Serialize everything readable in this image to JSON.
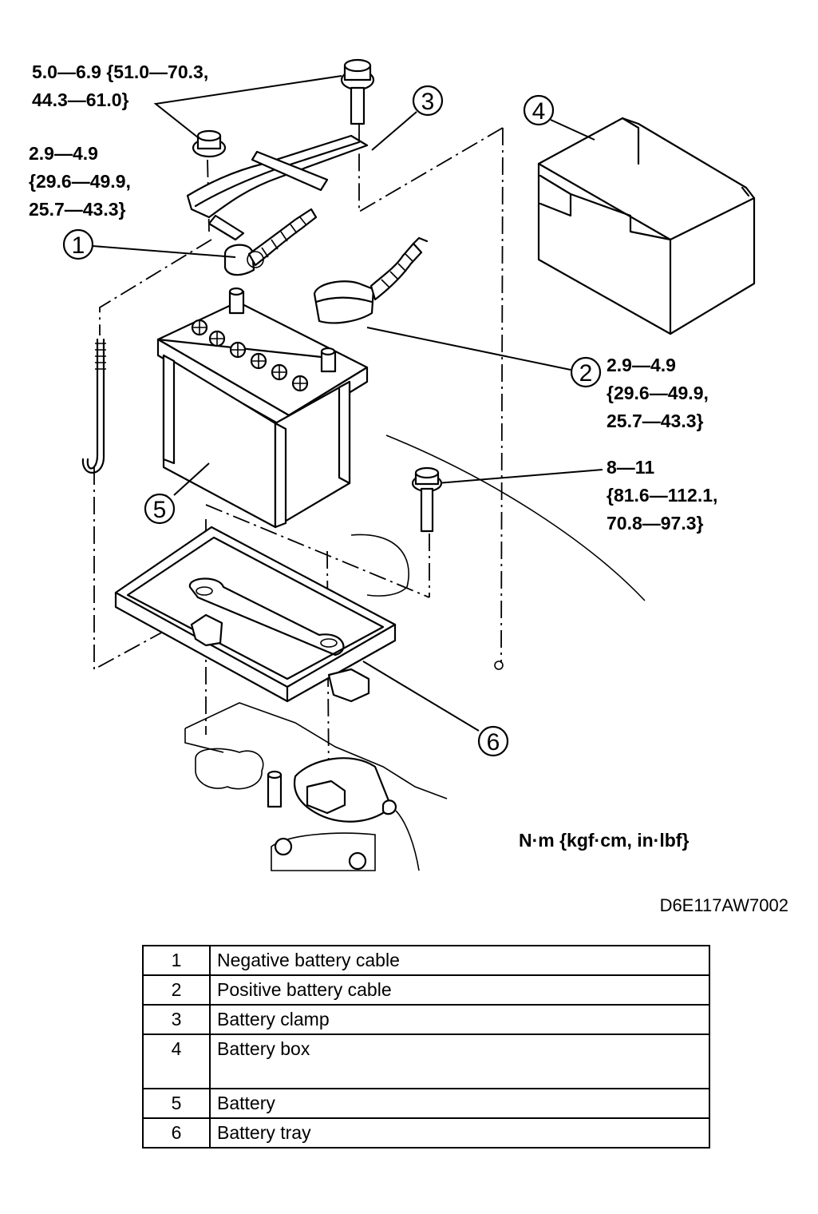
{
  "torque_specs": {
    "clamp_bolt": {
      "line1": "5.0—6.9 {51.0—70.3,",
      "line2": "44.3—61.0}"
    },
    "negative_terminal": {
      "line1": "2.9—4.9",
      "line2": "{29.6—49.9,",
      "line3": "25.7—43.3}"
    },
    "positive_terminal": {
      "line1": "2.9—4.9",
      "line2": "{29.6—49.9,",
      "line3": "25.7—43.3}"
    },
    "tray_bolt": {
      "line1": "8—11",
      "line2": "{81.6—112.1,",
      "line3": "70.8—97.3}"
    }
  },
  "callouts": [
    "1",
    "2",
    "3",
    "4",
    "5",
    "6"
  ],
  "units_label": "N·m {kgf·cm, in·lbf}",
  "figure_id": "D6E117AW7002",
  "parts_table": {
    "rows": [
      {
        "num": "1",
        "name": "Negative battery cable"
      },
      {
        "num": "2",
        "name": "Positive battery cable"
      },
      {
        "num": "3",
        "name": "Battery clamp"
      },
      {
        "num": "4",
        "name": "Battery box"
      },
      {
        "num": "5",
        "name": "Battery"
      },
      {
        "num": "6",
        "name": "Battery tray"
      }
    ]
  }
}
